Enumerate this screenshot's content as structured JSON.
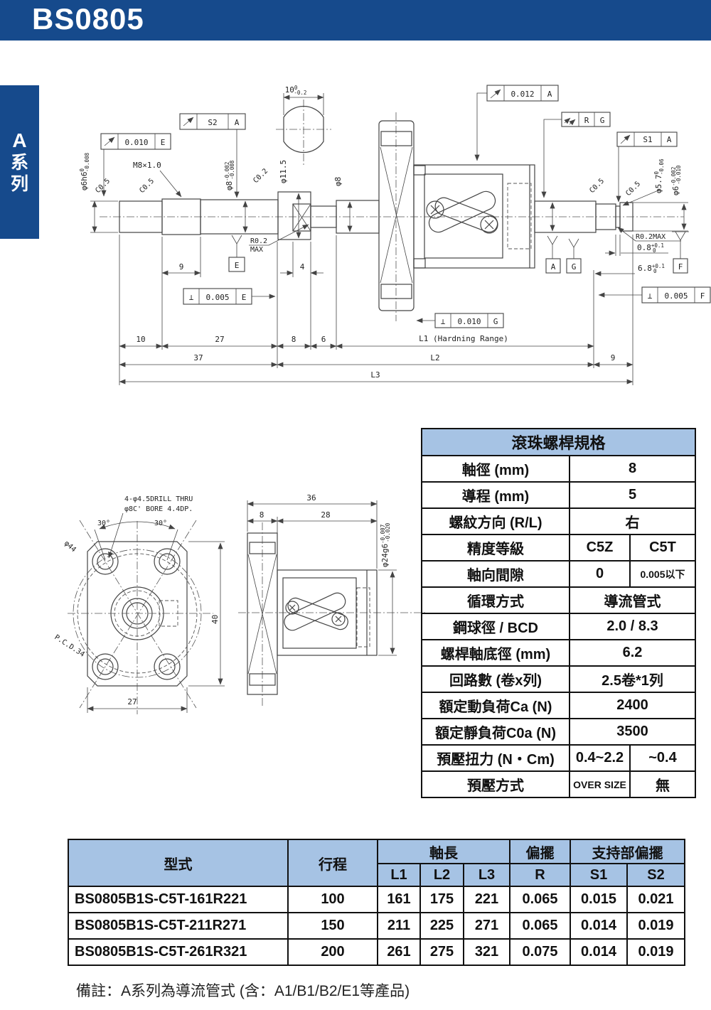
{
  "header": {
    "title": "BS0805"
  },
  "series_tab": [
    "A",
    "系",
    "列"
  ],
  "note": "備註：A系列為導流管式 (含：A1/B1/B2/E1等產品)",
  "colors": {
    "header_blue": "#164a8c",
    "table_header_blue": "#a6c3e4",
    "line": "#444444"
  },
  "drawing": {
    "ann": {
      "dim_top": {
        "v": "10",
        "up": "0",
        "dn": "-0.2"
      },
      "f_flat_e": {
        "v": "0.010",
        "d": "E"
      },
      "f_s2": {
        "v": "S2",
        "d": "A"
      },
      "f_0012": {
        "v": "0.012",
        "d": "A"
      },
      "f_rg": {
        "v": "R",
        "d": "G"
      },
      "f_s1": {
        "v": "S1",
        "d": "A"
      },
      "m8": "M8×1.0",
      "d6h6": {
        "v": "φ6h6",
        "up": "0",
        "dn": "-0.008"
      },
      "c05": "C0.5",
      "c02": "C0.2",
      "d8t": {
        "v": "φ8",
        "up": "-0.002",
        "dn": "-0.008"
      },
      "d115": "φ11.5",
      "d8": "φ8",
      "r02_l1": "R0.2",
      "r02_l2": "MAX",
      "r02_r": "R0.2MAX",
      "e": "E",
      "a": "A",
      "g": "G",
      "f": "F",
      "perp": "⊥",
      "p_e": {
        "v": "0.005",
        "d": "E"
      },
      "p_g": {
        "v": "0.010",
        "d": "G"
      },
      "p_f": {
        "v": "0.005",
        "d": "F"
      },
      "d57": {
        "v": "φ5.7",
        "up": "0",
        "dn": "-0.06"
      },
      "d6t": {
        "v": "φ6",
        "up": "-0.002",
        "dn": "-0.010"
      },
      "g08": {
        "v": "0.8",
        "up": "+0.1",
        "dn": "0"
      },
      "g68": {
        "v": "6.8",
        "up": "+0.1",
        "dn": "0"
      },
      "dim9": "9",
      "dim4": "4",
      "dim10": "10",
      "dim27": "27",
      "dim8": "8",
      "dim6": "6",
      "l1": "L1 (Hardning Range)",
      "dim37": "37",
      "l2": "L2",
      "dim9r": "9",
      "l3": "L3",
      "drill1": "4-φ4.5DRILL THRU",
      "drill2": "φ8C' BORE 4.4DP.",
      "a30": "30°",
      "d44": "φ44",
      "pcd": "P.C.D.34",
      "dim40": "40",
      "dim27f": "27",
      "dim36": "36",
      "dim8s": "8",
      "dim28": "28",
      "d24": {
        "v": "φ24g6",
        "up": "-0.007",
        "dn": "-0.020"
      }
    }
  },
  "spec_table": {
    "title": "滾珠螺桿規格",
    "rows": [
      {
        "label": "軸徑 (mm)",
        "value": "8"
      },
      {
        "label": "導程 (mm)",
        "value": "5"
      },
      {
        "label": "螺紋方向 (R/L)",
        "value": "右"
      },
      {
        "label": "精度等級",
        "v1": "C5Z",
        "v2": "C5T"
      },
      {
        "label": "軸向間隙",
        "v1": "0",
        "v2": "0.005以下"
      },
      {
        "label": "循環方式",
        "value": "導流管式"
      },
      {
        "label": "鋼球徑 / BCD",
        "value": "2.0 / 8.3"
      },
      {
        "label": "螺桿軸底徑 (mm)",
        "value": "6.2"
      },
      {
        "label": "回路數 (卷x列)",
        "value": "2.5卷*1列"
      },
      {
        "label": "額定動負荷Ca  (N)",
        "value": "2400"
      },
      {
        "label": "額定靜負荷C0a  (N)",
        "value": "3500"
      },
      {
        "label": "預壓扭力  (N・Cm)",
        "v1": "0.4~2.2",
        "v2": "~0.4"
      },
      {
        "label": "預壓方式",
        "v1": "OVER SIZE",
        "v2": "無"
      }
    ]
  },
  "model_table": {
    "col_model": "型式",
    "col_stroke": "行程",
    "col_axis": "軸長",
    "col_runout": "偏擺",
    "col_support": "支持部偏擺",
    "subcols": [
      "L1",
      "L2",
      "L3",
      "R",
      "S1",
      "S2"
    ],
    "rows": [
      [
        "BS0805B1S-C5T-161R221",
        "100",
        "161",
        "175",
        "221",
        "0.065",
        "0.015",
        "0.021"
      ],
      [
        "BS0805B1S-C5T-211R271",
        "150",
        "211",
        "225",
        "271",
        "0.065",
        "0.014",
        "0.019"
      ],
      [
        "BS0805B1S-C5T-261R321",
        "200",
        "261",
        "275",
        "321",
        "0.075",
        "0.014",
        "0.019"
      ]
    ]
  }
}
